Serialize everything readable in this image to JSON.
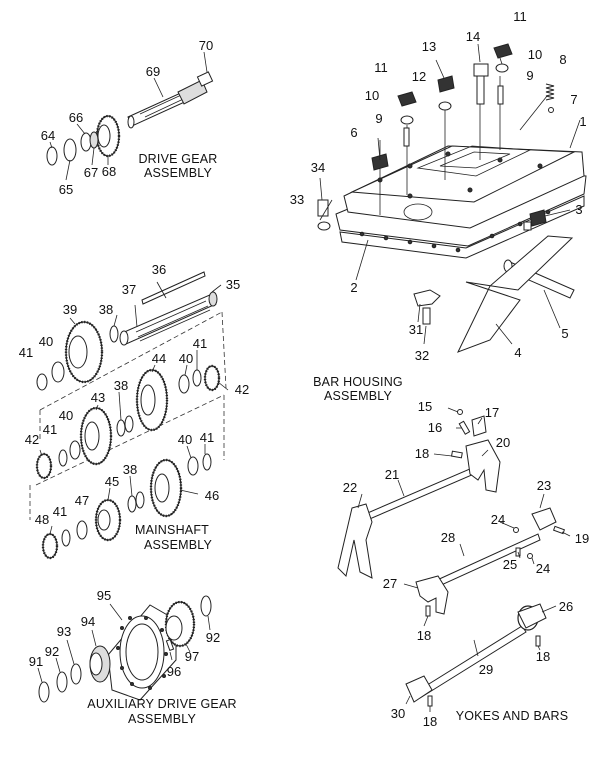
{
  "captions": {
    "drive_gear": [
      "DRIVE GEAR",
      "ASSEMBLY"
    ],
    "bar_housing": [
      "BAR HOUSING",
      "ASSEMBLY"
    ],
    "mainshaft": [
      "MAINSHAFT",
      "ASSEMBLY"
    ],
    "auxiliary_drive_gear": [
      "AUXILIARY DRIVE GEAR",
      "ASSEMBLY"
    ],
    "yokes_and_bars": [
      "YOKES AND BARS"
    ]
  },
  "footer_code": "",
  "part_labels": [
    {
      "id": "p70",
      "text": "70"
    },
    {
      "id": "p69",
      "text": "69"
    },
    {
      "id": "p66",
      "text": "66"
    },
    {
      "id": "p64",
      "text": "64"
    },
    {
      "id": "p65",
      "text": "65"
    },
    {
      "id": "p67",
      "text": "67"
    },
    {
      "id": "p68",
      "text": "68"
    },
    {
      "id": "p11a",
      "text": "11"
    },
    {
      "id": "p13",
      "text": "13"
    },
    {
      "id": "p14",
      "text": "14"
    },
    {
      "id": "p10a",
      "text": "10"
    },
    {
      "id": "p8",
      "text": "8"
    },
    {
      "id": "p9a",
      "text": "9"
    },
    {
      "id": "p7",
      "text": "7"
    },
    {
      "id": "p11b",
      "text": "11"
    },
    {
      "id": "p12",
      "text": "12"
    },
    {
      "id": "p10b",
      "text": "10"
    },
    {
      "id": "p9b",
      "text": "9"
    },
    {
      "id": "p1",
      "text": "1"
    },
    {
      "id": "p6",
      "text": "6"
    },
    {
      "id": "p34",
      "text": "34"
    },
    {
      "id": "p33",
      "text": "33"
    },
    {
      "id": "p3",
      "text": "3"
    },
    {
      "id": "p2",
      "text": "2"
    },
    {
      "id": "p31",
      "text": "31"
    },
    {
      "id": "p5",
      "text": "5"
    },
    {
      "id": "p4",
      "text": "4"
    },
    {
      "id": "p32",
      "text": "32"
    },
    {
      "id": "p36",
      "text": "36"
    },
    {
      "id": "p37",
      "text": "37"
    },
    {
      "id": "p35",
      "text": "35"
    },
    {
      "id": "p39",
      "text": "39"
    },
    {
      "id": "p38a",
      "text": "38"
    },
    {
      "id": "p41a",
      "text": "41"
    },
    {
      "id": "p40a",
      "text": "40"
    },
    {
      "id": "p44",
      "text": "44"
    },
    {
      "id": "p40b",
      "text": "40"
    },
    {
      "id": "p41b",
      "text": "41"
    },
    {
      "id": "p42a",
      "text": "42"
    },
    {
      "id": "p43",
      "text": "43"
    },
    {
      "id": "p38b",
      "text": "38"
    },
    {
      "id": "p40c",
      "text": "40"
    },
    {
      "id": "p42b",
      "text": "42"
    },
    {
      "id": "p41c",
      "text": "41"
    },
    {
      "id": "p40d",
      "text": "40"
    },
    {
      "id": "p41d",
      "text": "41"
    },
    {
      "id": "p38c",
      "text": "38"
    },
    {
      "id": "p45",
      "text": "45"
    },
    {
      "id": "p47",
      "text": "47"
    },
    {
      "id": "p46",
      "text": "46"
    },
    {
      "id": "p48",
      "text": "48"
    },
    {
      "id": "p41e",
      "text": "41"
    },
    {
      "id": "p15",
      "text": "15"
    },
    {
      "id": "p17",
      "text": "17"
    },
    {
      "id": "p16",
      "text": "16"
    },
    {
      "id": "p20",
      "text": "20"
    },
    {
      "id": "p18a",
      "text": "18"
    },
    {
      "id": "p21",
      "text": "21"
    },
    {
      "id": "p22",
      "text": "22"
    },
    {
      "id": "p23",
      "text": "23"
    },
    {
      "id": "p24a",
      "text": "24"
    },
    {
      "id": "p19",
      "text": "19"
    },
    {
      "id": "p28",
      "text": "28"
    },
    {
      "id": "p24b",
      "text": "24"
    },
    {
      "id": "p25",
      "text": "25"
    },
    {
      "id": "p27",
      "text": "27"
    },
    {
      "id": "p18b",
      "text": "18"
    },
    {
      "id": "p26",
      "text": "26"
    },
    {
      "id": "p18c",
      "text": "18"
    },
    {
      "id": "p29",
      "text": "29"
    },
    {
      "id": "p30",
      "text": "30"
    },
    {
      "id": "p18d",
      "text": "18"
    },
    {
      "id": "p95",
      "text": "95"
    },
    {
      "id": "p93",
      "text": "93"
    },
    {
      "id": "p94",
      "text": "94"
    },
    {
      "id": "p92a",
      "text": "92"
    },
    {
      "id": "p97",
      "text": "97"
    },
    {
      "id": "p92b",
      "text": "92"
    },
    {
      "id": "p91",
      "text": "91"
    },
    {
      "id": "p96",
      "text": "96"
    }
  ]
}
